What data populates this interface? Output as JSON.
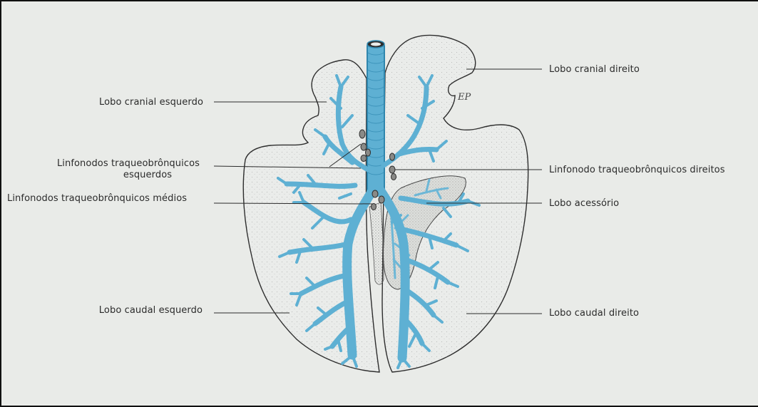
{
  "figure": {
    "labels": {
      "lobo_cranial_esquerdo": "Lobo cranial esquerdo",
      "linfonodos_traq_esquerdos_1": "Linfonodos traqueobrônquicos",
      "linfonodos_traq_esquerdos_2": "esquerdos",
      "linfonodos_traq_medios": "Linfonodos traqueobrônquicos médios",
      "lobo_caudal_esquerdo": "Lobo caudal esquerdo",
      "lobo_cranial_direito": "Lobo cranial direito",
      "linfonodo_traq_direitos": "Linfonodo traqueobrônquicos direitos",
      "lobo_acessorio": "Lobo acessório",
      "lobo_caudal_direito": "Lobo caudal direito"
    },
    "signature": "EP",
    "colors": {
      "airway": "#5eb0d3",
      "airway_edge": "#2f86ad",
      "lung_fill": "#e9ebe9",
      "lung_outline": "#2d2d2d",
      "lymph_node": "#8a8a87",
      "background": "#e9ebe8",
      "label_text": "#2b2b2b"
    }
  }
}
